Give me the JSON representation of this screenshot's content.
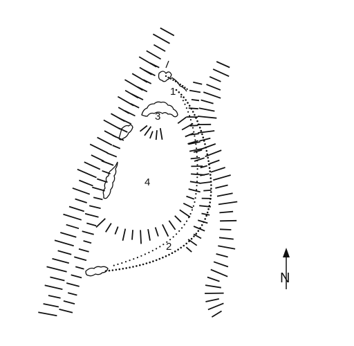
{
  "plan": {
    "labels": {
      "area1": "1",
      "area2": "2",
      "area3": "3",
      "area4": "4"
    },
    "north_arrow": {
      "letter": "N"
    },
    "ink_color": "#111111",
    "background": "#ffffff"
  }
}
